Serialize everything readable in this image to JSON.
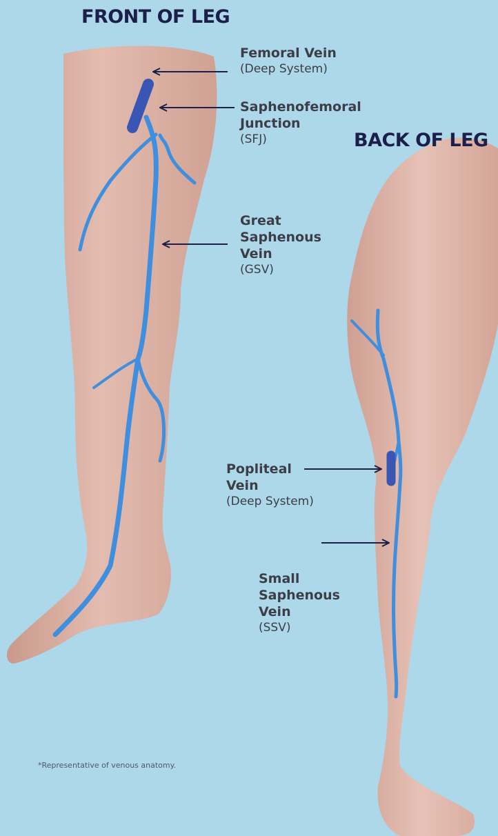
{
  "headings": {
    "front": "FRONT OF LEG",
    "back": "BACK OF LEG"
  },
  "labels": {
    "femoral_vein": {
      "name": "Femoral Vein",
      "sub": "(Deep System)"
    },
    "sfj": {
      "name_line1": "Saphenofemoral",
      "name_line2": "Junction",
      "sub": "(SFJ)"
    },
    "gsv": {
      "name_line1": "Great",
      "name_line2": "Saphenous",
      "name_line3": "Vein",
      "sub": "(GSV)"
    },
    "popliteal_vein": {
      "name_line1": "Popliteal",
      "name_line2": "Vein",
      "sub": "(Deep System)"
    },
    "ssv": {
      "name_line1": "Small",
      "name_line2": "Saphenous",
      "name_line3": "Vein",
      "sub": "(SSV)"
    }
  },
  "footnote": "*Representative of venous anatomy.",
  "colors": {
    "background": "#add8e9",
    "heading": "#1b1f4a",
    "label_text": "#3c3d46",
    "arrow": "#1b1f4a",
    "skin": "#ddb4a7",
    "superficial_vein": "#3f8fde",
    "deep_vein": "#3a56b4"
  }
}
